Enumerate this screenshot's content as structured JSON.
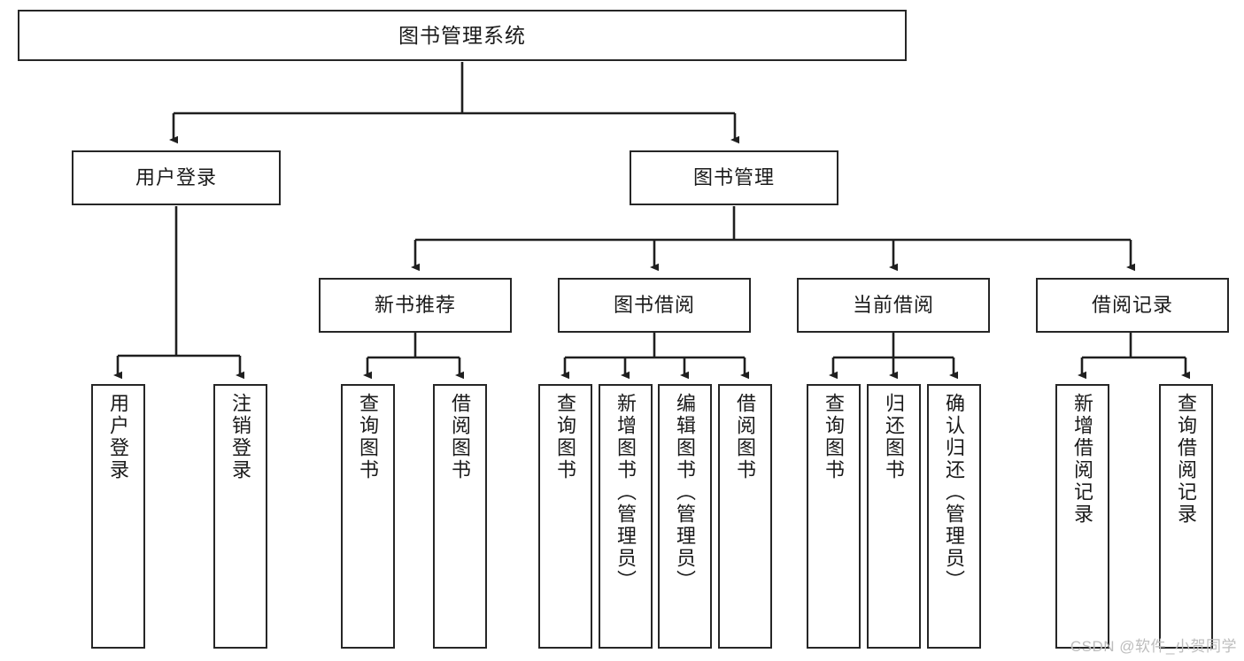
{
  "diagram": {
    "title": "图书管理系统",
    "type": "tree-hierarchy",
    "colors": {
      "box_border": "#262626",
      "box_fill": "#ffffff",
      "connector": "#1f1f1f",
      "text": "#1a1a1a",
      "watermark": "#bdbdbd",
      "background": "#ffffff"
    },
    "nodes": {
      "root": {
        "label": "图书管理系统",
        "orientation": "horizontal"
      },
      "level2": [
        {
          "id": "user-login",
          "label": "用户登录",
          "orientation": "horizontal"
        },
        {
          "id": "book-management",
          "label": "图书管理",
          "orientation": "horizontal"
        }
      ],
      "level3": [
        {
          "id": "new-book-recommend",
          "label": "新书推荐",
          "orientation": "horizontal"
        },
        {
          "id": "book-borrow",
          "label": "图书借阅",
          "orientation": "horizontal"
        },
        {
          "id": "current-borrow",
          "label": "当前借阅",
          "orientation": "horizontal"
        },
        {
          "id": "borrow-record",
          "label": "借阅记录",
          "orientation": "horizontal"
        }
      ],
      "leaves": [
        {
          "id": "leaf-user-login",
          "label": "用户登录",
          "parent": "user-login",
          "orientation": "vertical"
        },
        {
          "id": "leaf-logout",
          "label": "注销登录",
          "parent": "user-login",
          "orientation": "vertical"
        },
        {
          "id": "leaf-query-book-1",
          "label": "查询图书",
          "parent": "new-book-recommend",
          "orientation": "vertical"
        },
        {
          "id": "leaf-borrow-book-1",
          "label": "借阅图书",
          "parent": "new-book-recommend",
          "orientation": "vertical"
        },
        {
          "id": "leaf-query-book-2",
          "label": "查询图书",
          "parent": "book-borrow",
          "orientation": "vertical"
        },
        {
          "id": "leaf-add-book",
          "label": "新增图书（管理员）",
          "parent": "book-borrow",
          "orientation": "vertical"
        },
        {
          "id": "leaf-edit-book",
          "label": "编辑图书（管理员）",
          "parent": "book-borrow",
          "orientation": "vertical"
        },
        {
          "id": "leaf-borrow-book-2",
          "label": "借阅图书",
          "parent": "book-borrow",
          "orientation": "vertical"
        },
        {
          "id": "leaf-query-book-3",
          "label": "查询图书",
          "parent": "current-borrow",
          "orientation": "vertical"
        },
        {
          "id": "leaf-return-book",
          "label": "归还图书",
          "parent": "current-borrow",
          "orientation": "vertical"
        },
        {
          "id": "leaf-confirm-return",
          "label": "确认归还（管理员）",
          "parent": "current-borrow",
          "orientation": "vertical"
        },
        {
          "id": "leaf-add-record",
          "label": "新增借阅记录",
          "parent": "borrow-record",
          "orientation": "vertical"
        },
        {
          "id": "leaf-query-record",
          "label": "查询借阅记录",
          "parent": "borrow-record",
          "orientation": "vertical"
        }
      ]
    },
    "watermark": "CSDN @软件_小贺同学"
  }
}
